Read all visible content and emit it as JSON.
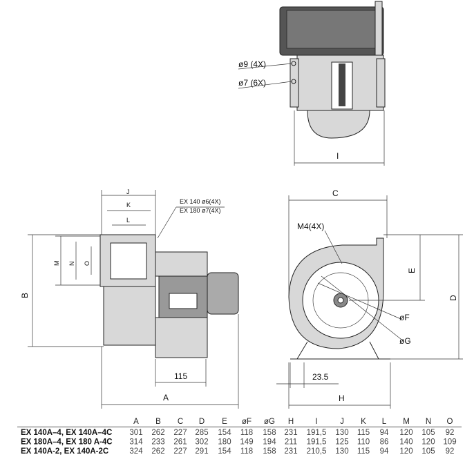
{
  "drawing": {
    "top_view": {
      "hole_label_1": "ø9 (4X)",
      "hole_label_2": "ø7 (6X)",
      "dim_i": "I"
    },
    "side_view": {
      "dim_j": "J",
      "dim_k": "K",
      "dim_l": "L",
      "note_line_1": "EX 140 ø6(4X)",
      "note_line_2": "EX 180 ø7(4X)",
      "dim_m": "M",
      "dim_n": "N",
      "dim_o": "O",
      "dim_b": "B",
      "dim_115": "115",
      "dim_a": "A"
    },
    "front_view": {
      "dim_c": "C",
      "thread_label": "M4(4X)",
      "dim_e": "E",
      "dim_d": "D",
      "dim_f": "øF",
      "dim_g": "øG",
      "dim_235": "23.5",
      "dim_h": "H"
    }
  },
  "table": {
    "headers": [
      "A",
      "B",
      "C",
      "D",
      "E",
      "øF",
      "øG",
      "H",
      "I",
      "J",
      "K",
      "L",
      "M",
      "N",
      "O"
    ],
    "rows": [
      {
        "model": "EX 140A–4, EX 140A–4C",
        "values": [
          "301",
          "262",
          "227",
          "285",
          "154",
          "118",
          "158",
          "231",
          "191,5",
          "130",
          "115",
          "94",
          "120",
          "105",
          "92"
        ]
      },
      {
        "model": "EX 180A–4, EX 180 A-4C",
        "values": [
          "314",
          "233",
          "261",
          "302",
          "180",
          "149",
          "194",
          "211",
          "191,5",
          "125",
          "110",
          "86",
          "140",
          "120",
          "109"
        ]
      },
      {
        "model": "EX 140A-2, EX 140A-2C",
        "values": [
          "324",
          "262",
          "227",
          "291",
          "154",
          "118",
          "158",
          "231",
          "210,5",
          "130",
          "115",
          "94",
          "120",
          "105",
          "92"
        ]
      }
    ]
  }
}
